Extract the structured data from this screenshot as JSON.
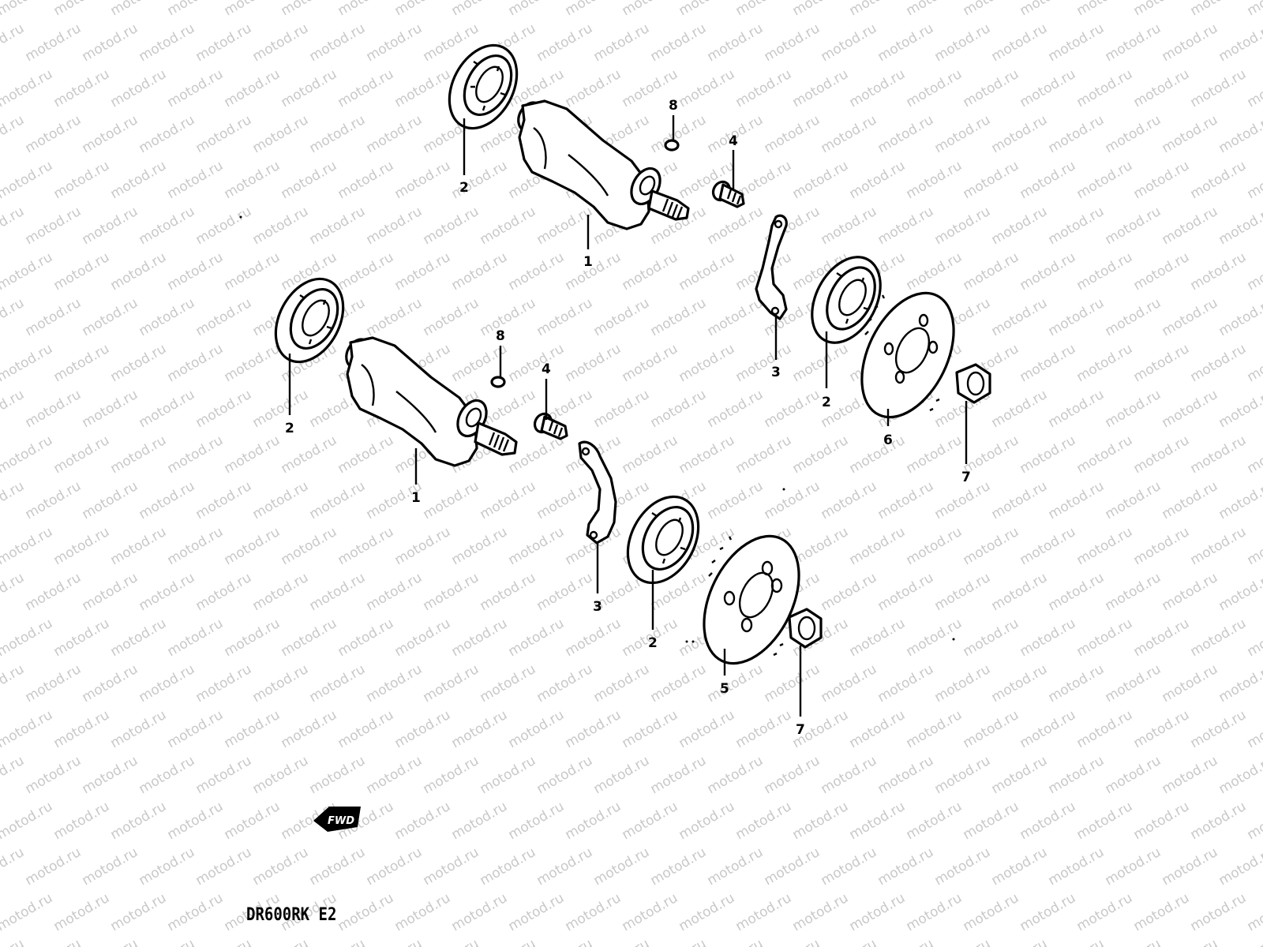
{
  "watermark": {
    "text": "motod.ru",
    "color": "#c8c8c8"
  },
  "model_label": "DR600RK E2",
  "fwd_label": "FWD",
  "upper_assembly": {
    "callouts": {
      "shaft": "1",
      "bearing_left": "2",
      "bearing_right": "2",
      "plate": "3",
      "bolt": "4",
      "gear": "6",
      "nut": "7",
      "key": "8"
    }
  },
  "lower_assembly": {
    "callouts": {
      "shaft": "1",
      "bearing_left": "2",
      "bearing_right": "2",
      "plate": "3",
      "bolt": "4",
      "gear": "5",
      "nut": "7",
      "key": "8"
    }
  }
}
